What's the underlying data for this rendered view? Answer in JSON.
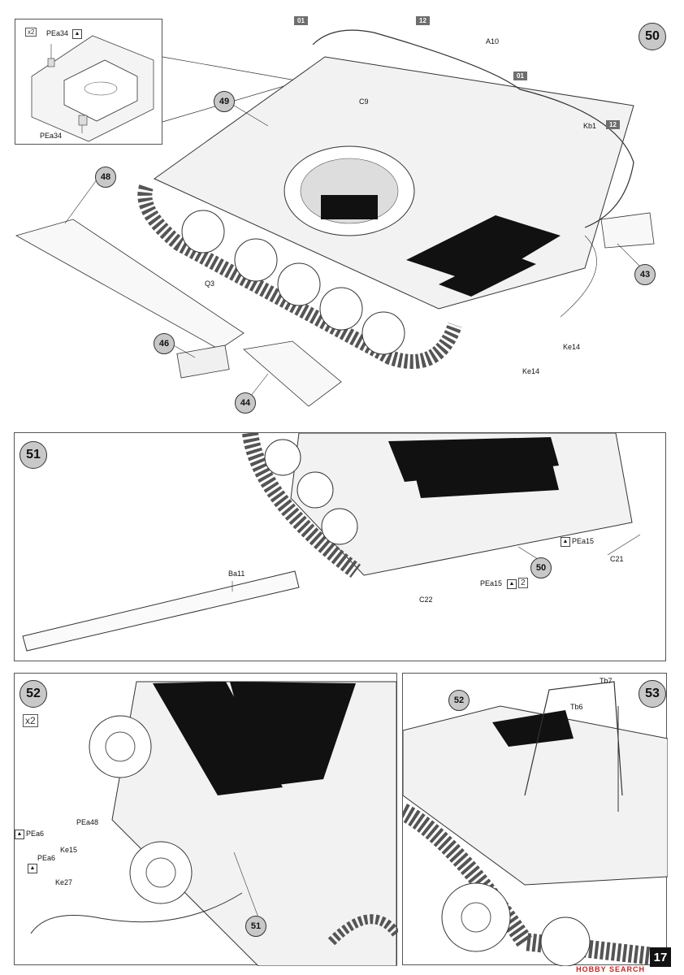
{
  "steps": {
    "s50": {
      "number": "50"
    },
    "s51": {
      "number": "51"
    },
    "s52": {
      "number": "52",
      "multiplier": "x2"
    },
    "s53": {
      "number": "53"
    }
  },
  "refs": {
    "r49": "49",
    "r48": "48",
    "r43": "43",
    "r46": "46",
    "r44": "44",
    "r50": "50",
    "r51": "51",
    "r52": "52"
  },
  "tags": {
    "t01a": "01",
    "t12a": "12",
    "t01b": "01",
    "t12b": "12"
  },
  "labels": {
    "pea34_top": "PEa34",
    "pea34_bottom": "PEa34",
    "inset_mult": "x2",
    "a10": "A10",
    "c9": "C9",
    "kb1": "Kb1",
    "q3": "Q3",
    "ke14_a": "Ke14",
    "ke14_b": "Ke14",
    "pea15_a": "PEa15",
    "c21": "C21",
    "ba11": "Ba11",
    "c22": "C22",
    "pea15_b": "PEa15",
    "pea15_b_mult": "2",
    "pea48": "PEa48",
    "pea6_a": "PEa6",
    "ke15": "Ke15",
    "pea6_b": "PEa6",
    "ke27": "Ke27",
    "tb7": "Tb7",
    "tb6": "Tb6"
  },
  "page_number": "17",
  "watermark": "HOBBY SEARCH",
  "icons": {
    "glue": "glue-icon"
  }
}
